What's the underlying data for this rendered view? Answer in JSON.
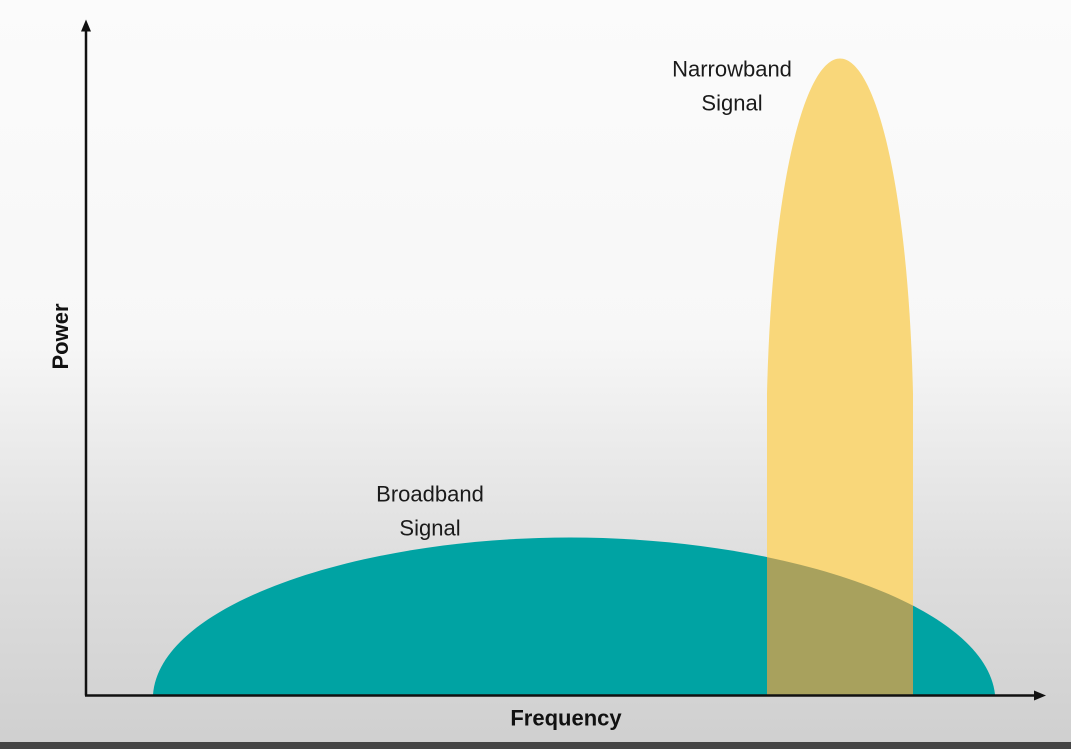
{
  "axes": {
    "x_label": "Frequency",
    "y_label": "Power"
  },
  "signals": {
    "broadband": {
      "label_line1": "Broadband",
      "label_line2": "Signal",
      "color": "#00a3a3"
    },
    "narrowband": {
      "label_line1": "Narrowband",
      "label_line2": "Signal",
      "color": "#f9d77a"
    }
  },
  "colors": {
    "axis": "#111111",
    "overlap": "#9a9858"
  }
}
